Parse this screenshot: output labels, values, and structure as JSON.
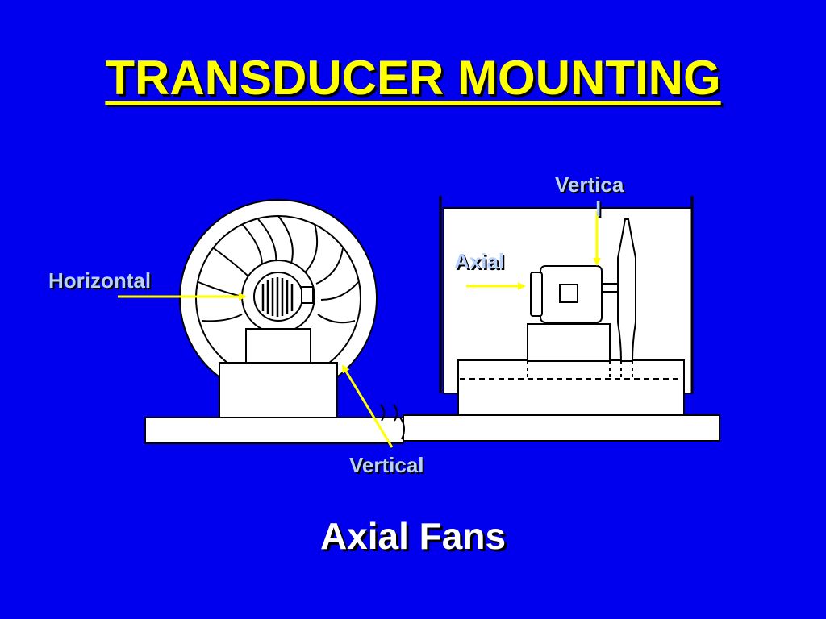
{
  "slide": {
    "title": "TRANSDUCER MOUNTING",
    "caption": "Axial Fans",
    "labels": {
      "horizontal": "Horizontal",
      "axial": "Axial",
      "vertical_top_line1": "Vertica",
      "vertical_top_line2": "l",
      "vertical_bottom": "Vertical"
    },
    "colors": {
      "background": "#0000ee",
      "title": "#ffff00",
      "label": "#b8d2ff",
      "arrow": "#ffff00",
      "caption": "#ffffff"
    }
  }
}
